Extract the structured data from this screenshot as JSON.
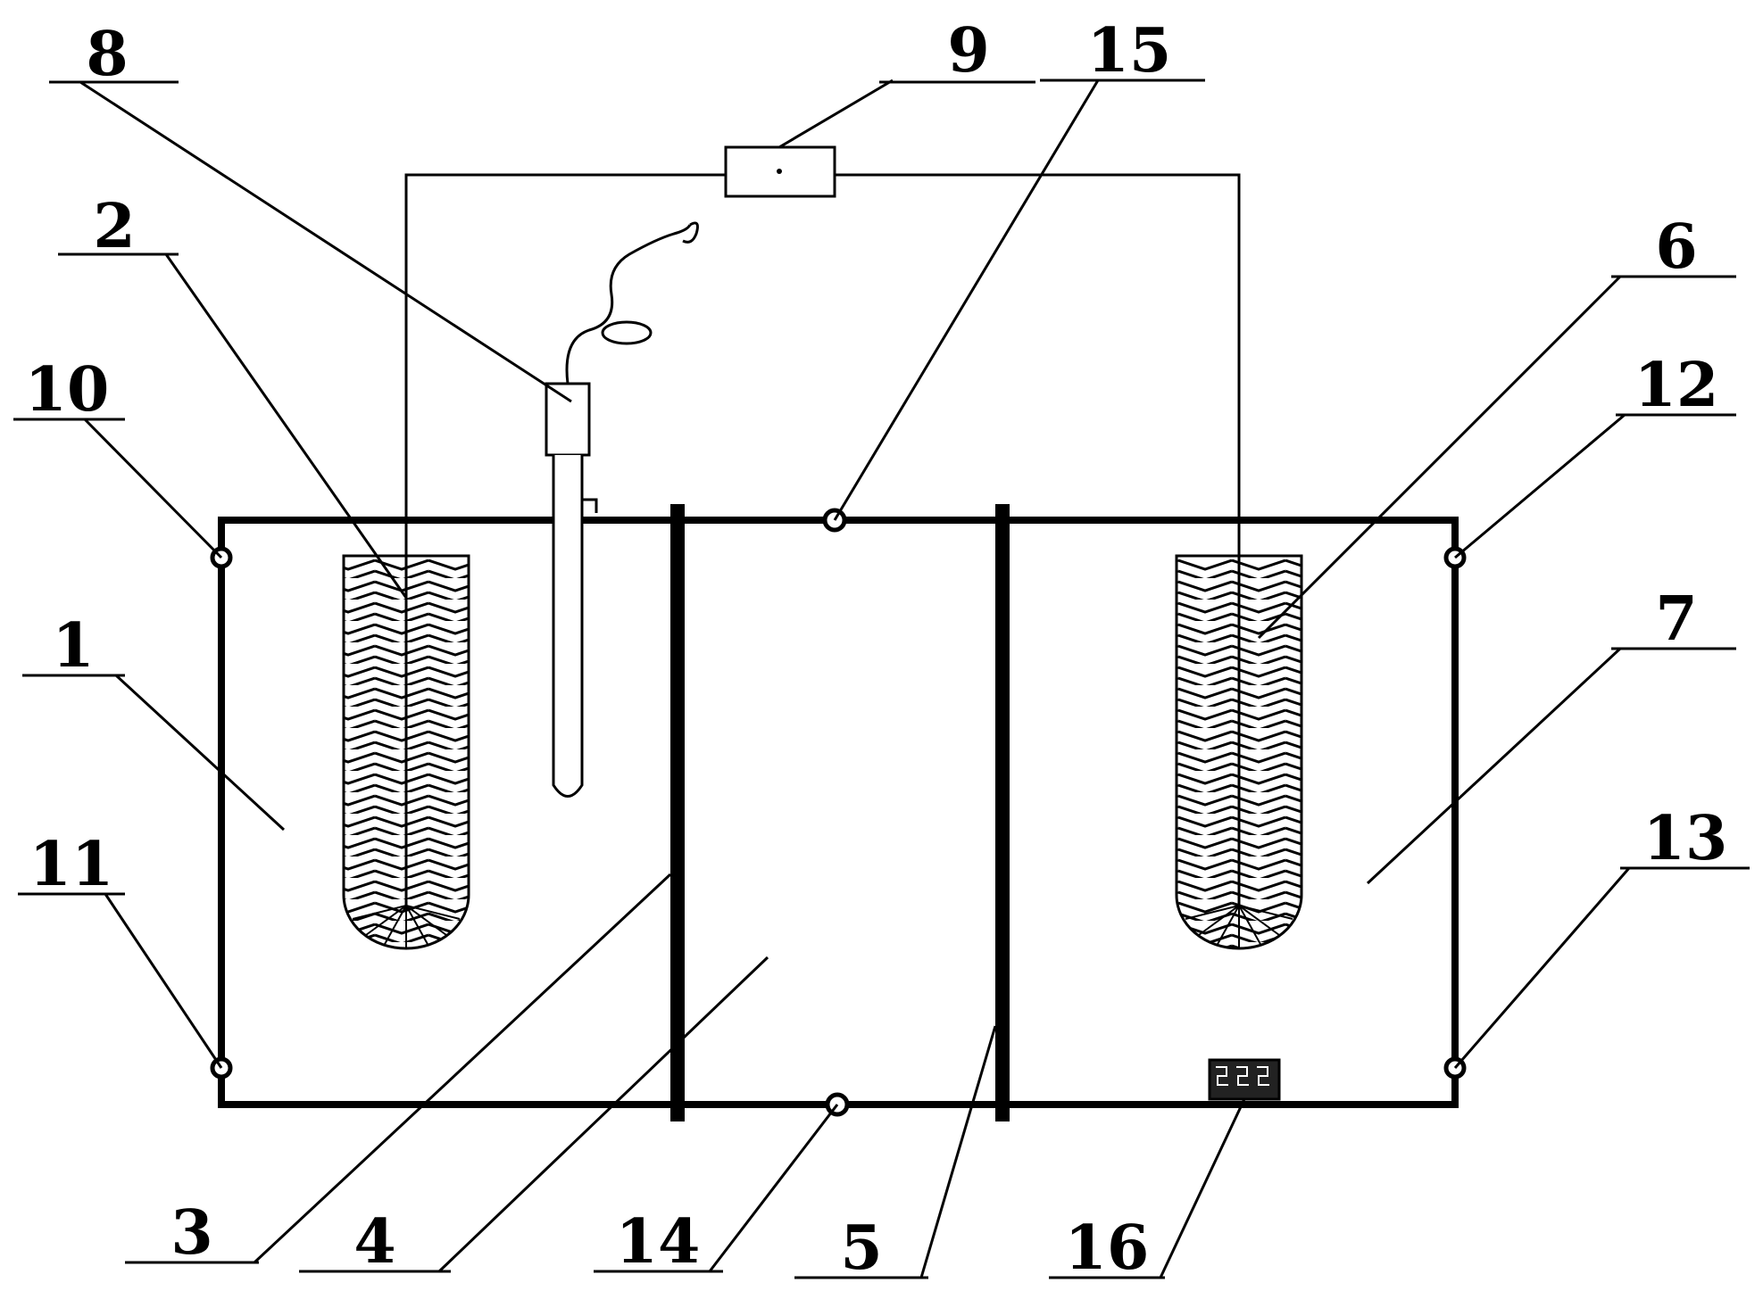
{
  "labels": {
    "l1": "1",
    "l2": "2",
    "l3": "3",
    "l4": "4",
    "l5": "5",
    "l6": "6",
    "l7": "7",
    "l8": "8",
    "l9": "9",
    "l10": "10",
    "l11": "11",
    "l12": "12",
    "l13": "13",
    "l14": "14",
    "l15": "15",
    "l16": "16"
  },
  "colors": {
    "ink": "#000000",
    "paper": "#ffffff"
  }
}
